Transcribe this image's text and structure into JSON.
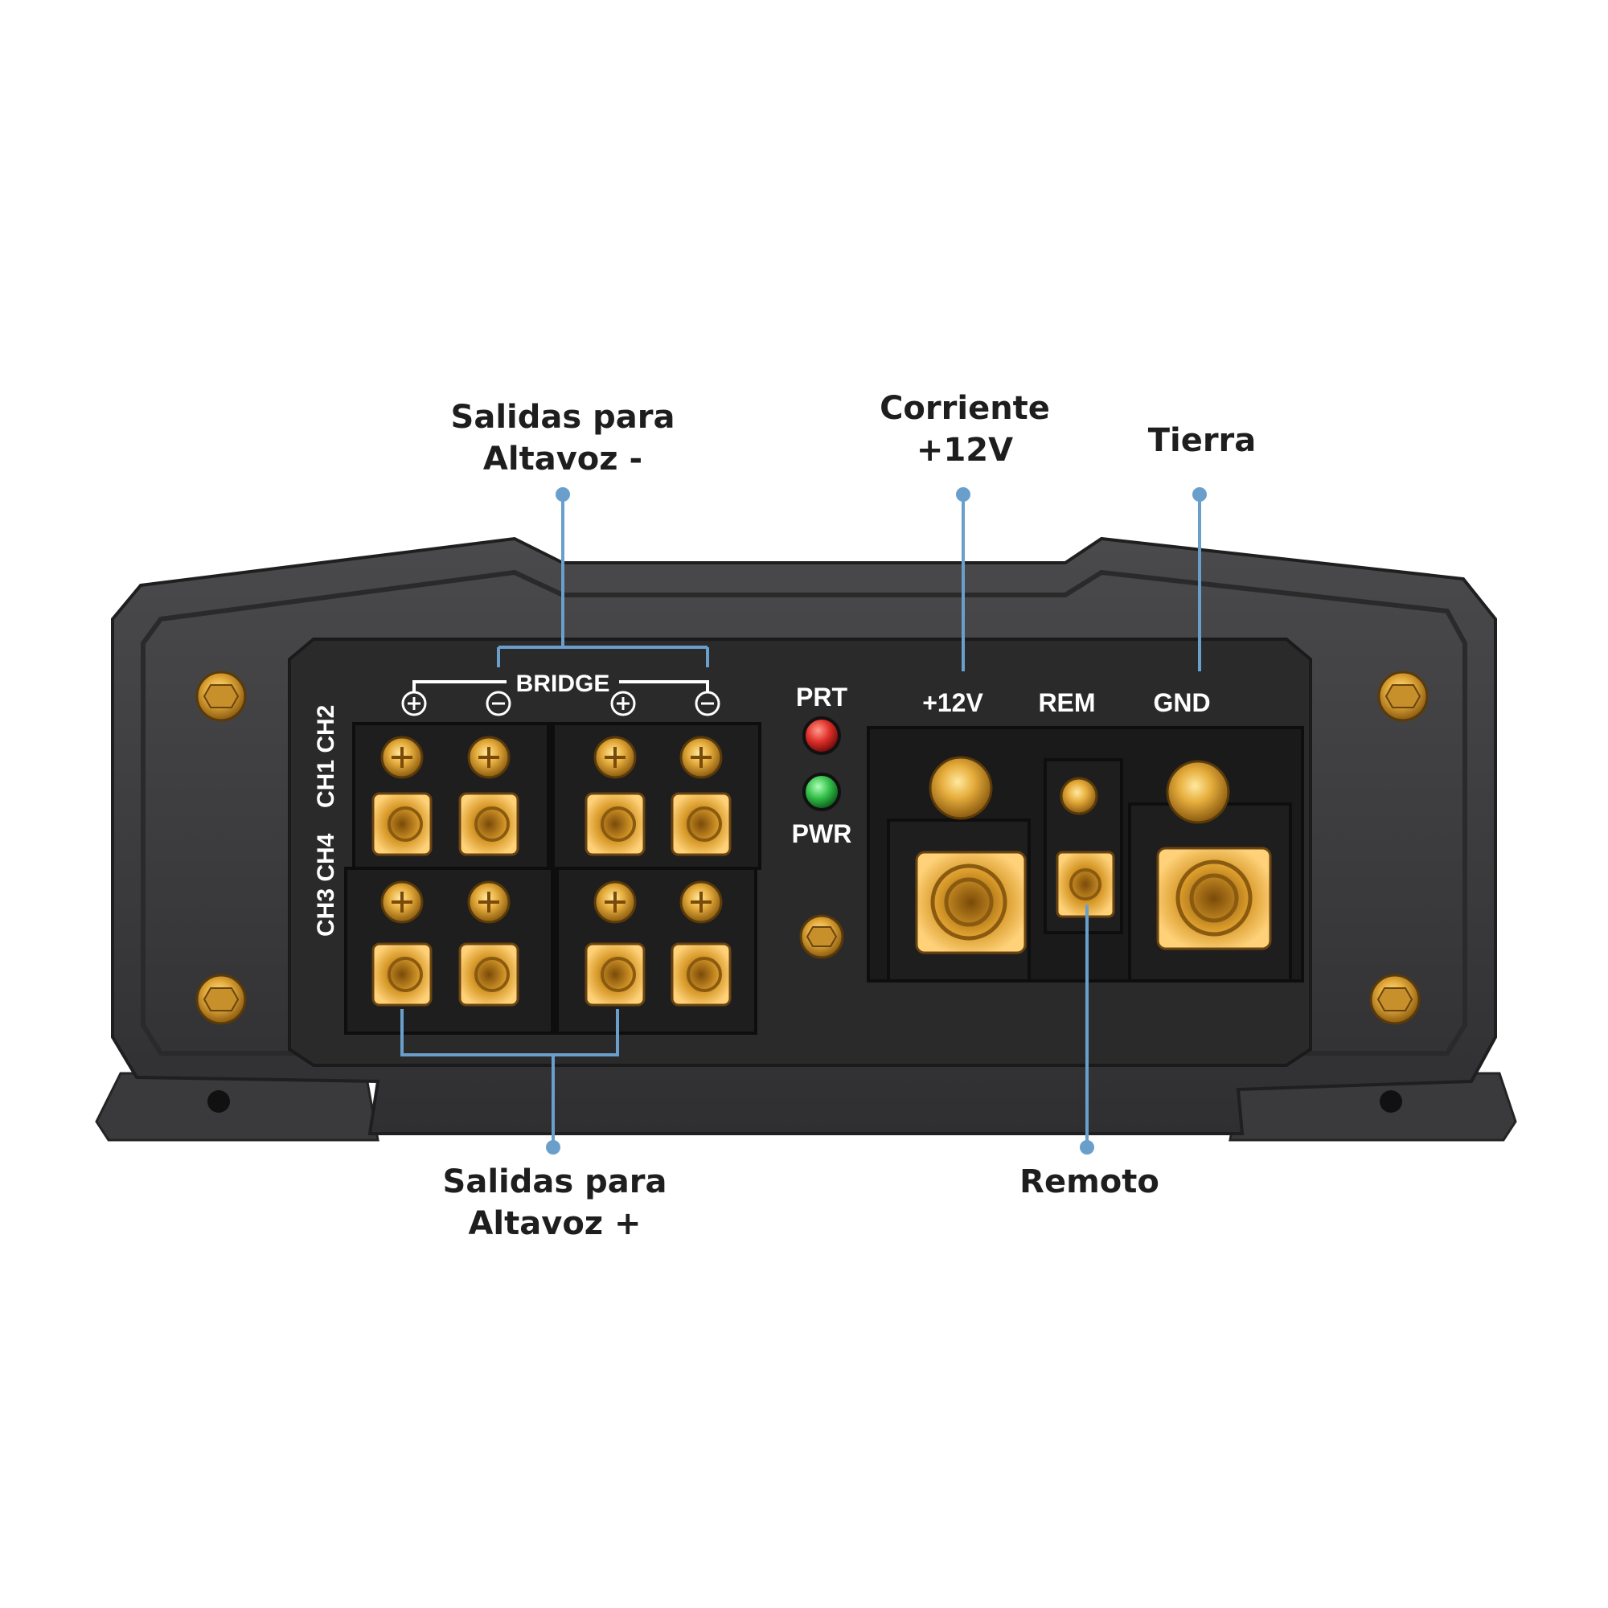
{
  "callouts": {
    "speaker_neg": {
      "line1": "Salidas para",
      "line2": "Altavoz -"
    },
    "power": {
      "line1": "Corriente",
      "line2": "+12V"
    },
    "ground": {
      "line1": "Tierra"
    },
    "speaker_pos": {
      "line1": "Salidas para",
      "line2": "Altavoz +"
    },
    "remote": {
      "line1": "Remoto"
    }
  },
  "panel": {
    "bridge_label": "BRIDGE",
    "polarity": [
      "+",
      "−",
      "+",
      "−"
    ],
    "ch12_label": "CH1 CH2",
    "ch34_label": "CH3 CH4",
    "prt_label": "PRT",
    "pwr_label": "PWR",
    "plus12v_label": "+12V",
    "rem_label": "REM",
    "gnd_label": "GND"
  },
  "colors": {
    "callout_line": "#6a9fcc",
    "housing": "#3c3c3e",
    "faceplate": "#2a2a2b",
    "terminal_block": "#1e1e1f",
    "brass": "#d9a030",
    "led_prt": "#e0302a",
    "led_pwr": "#35c04a"
  }
}
